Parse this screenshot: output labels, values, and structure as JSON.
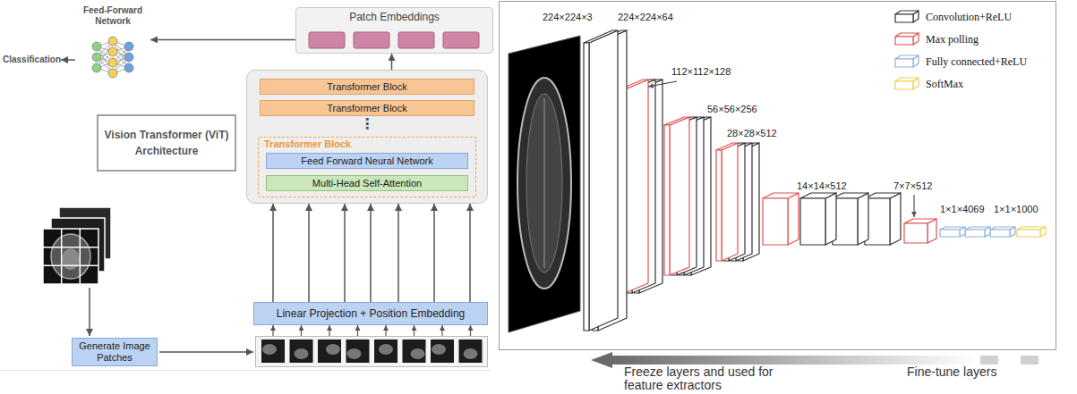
{
  "diagram": {
    "nodes": [
      {
        "text": [
          "Classification"
        ]
      },
      {
        "text": [
          "Feed-Forward Network"
        ]
      },
      {
        "text": [
          "Patch Embeddings"
        ]
      },
      {
        "text": [
          "Vision Transformer (ViT) Architecture"
        ]
      },
      {
        "text": [
          "⋮"
        ]
      },
      {
        "text": [
          "Transformer Block"
        ],
        "in": 4
      },
      {
        "text": [
          "Transformer Block"
        ],
        "in": 4
      },
      {
        "text": [
          "Transformer Block"
        ],
        "in": 4
      },
      {
        "text": [
          "Feed Forward Neural Network"
        ],
        "in": 7
      },
      {
        "text": [
          "Multi-Head Self-Attention"
        ],
        "in": 7
      },
      {
        "text": [
          "Linear Projection + Position Embedding"
        ]
      },
      {
        "text": [
          "Generate Image Patches"
        ]
      }
    ],
    "edges": [
      {
        "from": 2,
        "to": 1,
        "arrow": "to"
      },
      {
        "from": 1,
        "to": 0,
        "arrow": "to"
      },
      {
        "from": 10,
        "to": 4,
        "arrow": "to"
      },
      {
        "from": 4,
        "to": 2,
        "arrow": "to"
      }
    ],
    "labels": [
      "224×224×3",
      "224×224×64",
      "112×112×128",
      "56×56×256",
      "28×28×512",
      "14×14×512",
      "7×7×512",
      "1×1×4069",
      "1×1×1000",
      "Freeze layers and used for feature extractors",
      "Fine-tune layers"
    ],
    "legend": [
      {
        "text": "Convolution+ReLU"
      },
      {
        "text": "Max polling"
      },
      {
        "text": "Fully connected+ReLU"
      },
      {
        "text": "SoftMax"
      }
    ]
  }
}
